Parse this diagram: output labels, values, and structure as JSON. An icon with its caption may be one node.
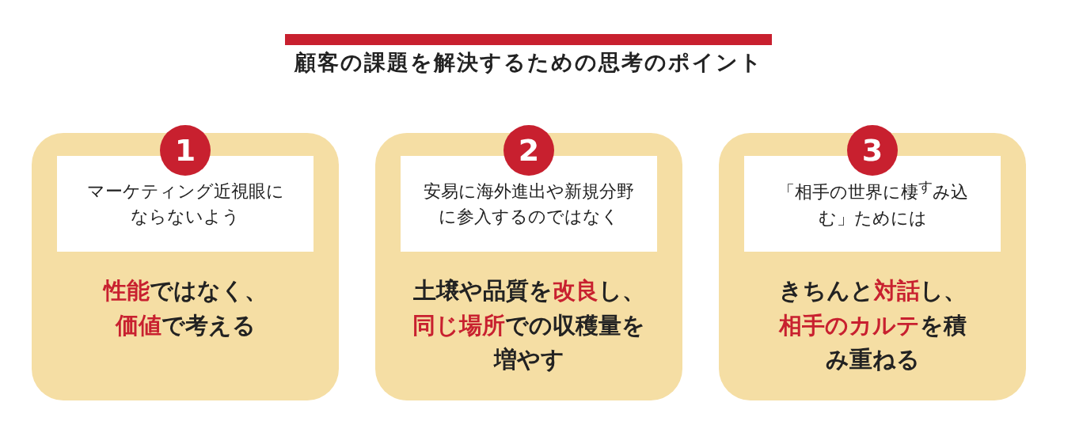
{
  "diagram": {
    "title": "顧客の課題を解決するための思考のポイント",
    "nodes": [
      {
        "text": [
          "**性能**ではなく、**価値**で考える"
        ]
      },
      {
        "text": [
          "1"
        ],
        "in": 0
      },
      {
        "text": [
          "マーケティング近視眼にならないよう"
        ],
        "in": 0
      },
      {
        "text": [
          "土壌や品質を**改良**し、**同じ場所**での収穫量を増やす"
        ]
      },
      {
        "text": [
          "2"
        ],
        "in": 3
      },
      {
        "text": [
          "安易に海外進出や新規分野に参入するのではなく"
        ],
        "in": 3
      },
      {
        "text": [
          "きちんと**対話**し、**相手のカルテ**を積み重ねる"
        ]
      },
      {
        "text": [
          "3"
        ],
        "in": 6
      },
      {
        "text": [
          "「相手の世界に棲$^{す}$み込む」ためには"
        ],
        "in": 6
      }
    ],
    "edges": []
  }
}
